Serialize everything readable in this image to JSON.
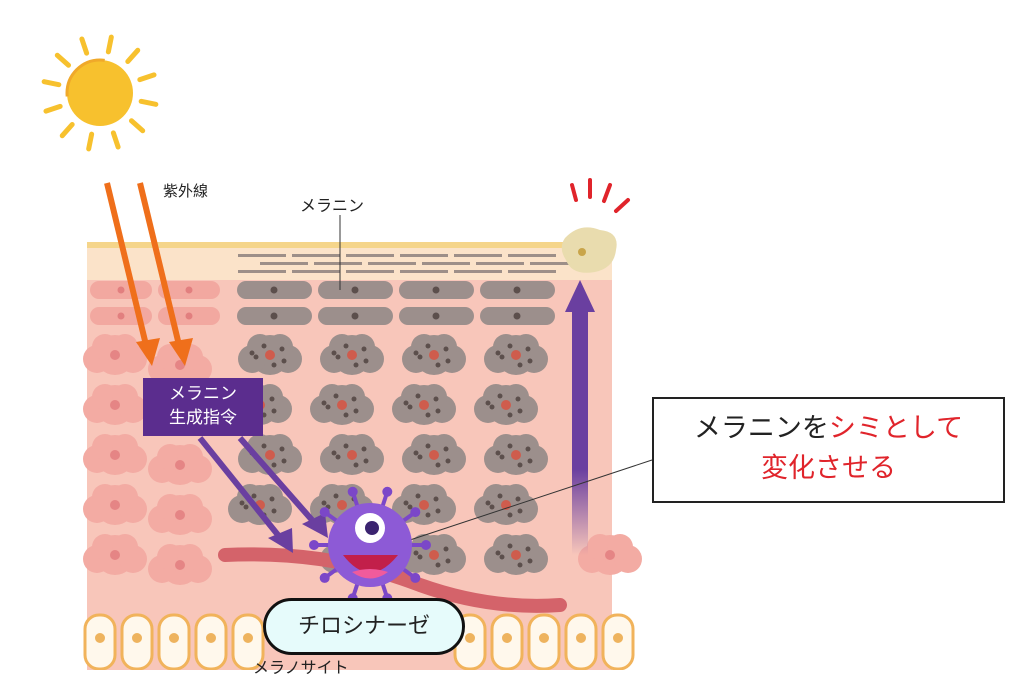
{
  "labels": {
    "uv": "紫外線",
    "melanin": "メラニン",
    "melanocyte": "メラノサイト",
    "command_line1": "メラニン",
    "command_line2": "生成指令",
    "tyrosinase": "チロシナーゼ"
  },
  "callout": {
    "part1": "メラニンを",
    "part2": "シミとして",
    "part3": "変化させる"
  },
  "colors": {
    "sun": "#f7c12e",
    "uv_arrow": "#ef6f1b",
    "purple": "#5b2d8e",
    "skin": "#f6c3b7",
    "melanin_cell": "#9c8f8c",
    "highlight_red": "#e0242b"
  }
}
